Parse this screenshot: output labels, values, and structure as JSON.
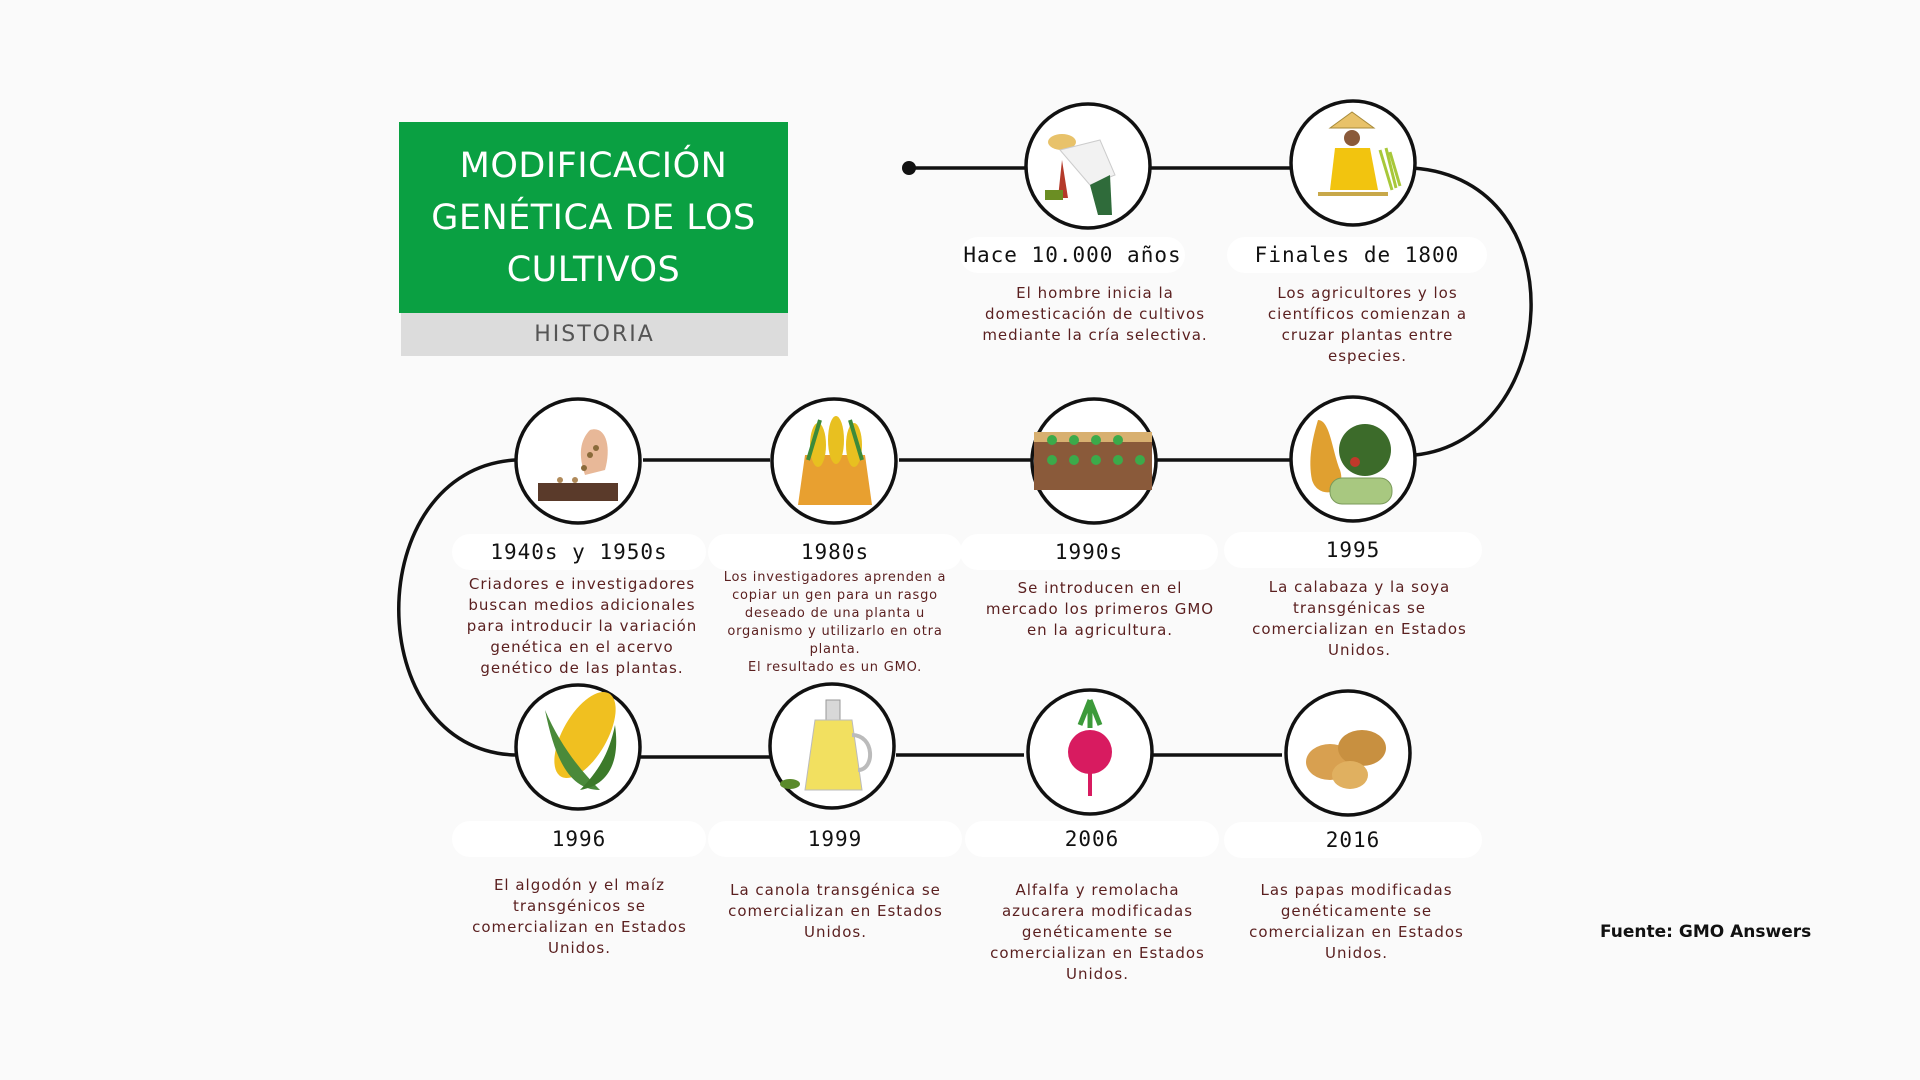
{
  "title": "MODIFICACIÓN\nGENÉTICA DE LOS\nCULTIVOS",
  "subtitle": "HISTORIA",
  "source": "Fuente: GMO Answers",
  "colors": {
    "title_bg": "#0aa042",
    "subtitle_bg": "#dcdcdc",
    "desc_text": "#5a1f1f",
    "line": "#111111"
  },
  "events": [
    {
      "year": "Hace 10.000 años",
      "icon": "farmer-harvesting-icon",
      "desc": "El hombre inicia la\ndomesticación de cultivos\nmediante la cría selectiva."
    },
    {
      "year": "Finales de 1800",
      "icon": "farmer-with-wheat-icon",
      "desc": "Los agricultores y los\ncientíficos comienzan a\ncruzar plantas entre\nespecies."
    },
    {
      "year": "1995",
      "icon": "squash-icon",
      "desc": "La calabaza y la soya\ntransgénicas se\ncomercializan en Estados\nUnidos."
    },
    {
      "year": "1990s",
      "icon": "seedling-tray-icon",
      "desc": "Se introducen en el\nmercado los primeros GMO\nen la agricultura."
    },
    {
      "year": "1980s",
      "icon": "corn-sack-icon",
      "desc": "Los investigadores aprenden a\ncopiar un gen para un rasgo\ndeseado de una planta u\norganismo y utilizarlo en otra\nplanta.\nEl resultado es un GMO."
    },
    {
      "year": "1940s y 1950s",
      "icon": "hand-sowing-seeds-icon",
      "desc": "Criadores e investigadores\nbuscan medios adicionales\npara introducir la variación\ngenética en el acervo\ngenético de las plantas."
    },
    {
      "year": "1996",
      "icon": "corn-cob-icon",
      "desc": "El algodón y el maíz\ntransgénicos se\ncomercializan en Estados\nUnidos."
    },
    {
      "year": "1999",
      "icon": "canola-oil-bottle-icon",
      "desc": "La canola transgénica se\ncomercializan en Estados\nUnidos."
    },
    {
      "year": "2006",
      "icon": "sugar-beet-icon",
      "desc": "Alfalfa y remolacha\nazucarera modificadas\ngenéticamente se\ncomercializan en Estados\nUnidos."
    },
    {
      "year": "2016",
      "icon": "potatoes-icon",
      "desc": "Las papas modificadas\ngenéticamente se\ncomercializan en Estados\nUnidos."
    }
  ]
}
